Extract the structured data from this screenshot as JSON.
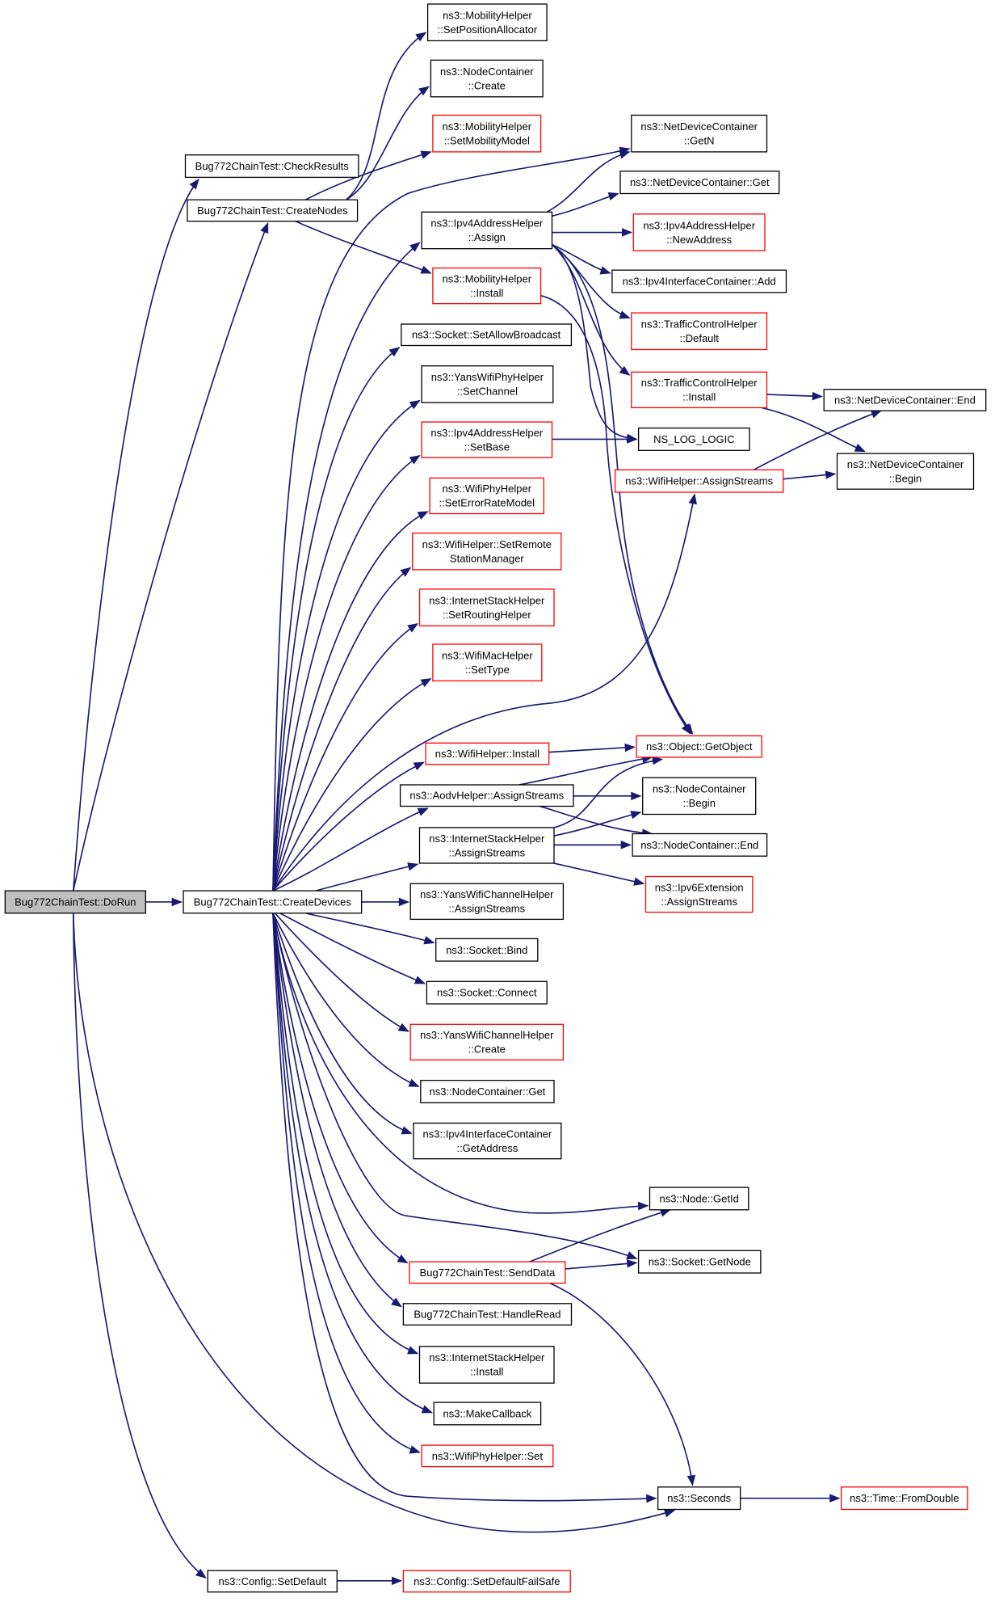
{
  "colors": {
    "edge": "#191970",
    "node_border": "#000000",
    "node_border_red": "#ff0000",
    "root_fill": "#bfbfbf",
    "background": "#ffffff"
  },
  "nodes": [
    {
      "id": "dorun",
      "lines": [
        "Bug772ChainTest::DoRun"
      ],
      "style": "root"
    },
    {
      "id": "checkresults",
      "lines": [
        "Bug772ChainTest::CheckResults"
      ],
      "style": "black"
    },
    {
      "id": "createnodes",
      "lines": [
        "Bug772ChainTest::CreateNodes"
      ],
      "style": "black"
    },
    {
      "id": "createdevices",
      "lines": [
        "Bug772ChainTest::CreateDevices"
      ],
      "style": "black"
    },
    {
      "id": "cfg_setdefault",
      "lines": [
        "ns3::Config::SetDefault"
      ],
      "style": "black"
    },
    {
      "id": "cfg_setdefaultfailsafe",
      "lines": [
        "ns3::Config::SetDefaultFailSafe"
      ],
      "style": "red"
    },
    {
      "id": "mob_setposalloc",
      "lines": [
        "ns3::MobilityHelper",
        "::SetPositionAllocator"
      ],
      "style": "black"
    },
    {
      "id": "nc_create",
      "lines": [
        "ns3::NodeContainer",
        "::Create"
      ],
      "style": "black"
    },
    {
      "id": "mob_setmobmodel",
      "lines": [
        "ns3::MobilityHelper",
        "::SetMobilityModel"
      ],
      "style": "red"
    },
    {
      "id": "ndc_getn",
      "lines": [
        "ns3::NetDeviceContainer",
        "::GetN"
      ],
      "style": "black"
    },
    {
      "id": "ndc_get",
      "lines": [
        "ns3::NetDeviceContainer::Get"
      ],
      "style": "black"
    },
    {
      "id": "ipv4ah_assign",
      "lines": [
        "ns3::Ipv4AddressHelper",
        "::Assign"
      ],
      "style": "black"
    },
    {
      "id": "ipv4ah_newaddr",
      "lines": [
        "ns3::Ipv4AddressHelper",
        "::NewAddress"
      ],
      "style": "red"
    },
    {
      "id": "mob_install",
      "lines": [
        "ns3::MobilityHelper",
        "::Install"
      ],
      "style": "red"
    },
    {
      "id": "ipv4ic_add",
      "lines": [
        "ns3::Ipv4InterfaceContainer::Add"
      ],
      "style": "black"
    },
    {
      "id": "tch_default",
      "lines": [
        "ns3::TrafficControlHelper",
        "::Default"
      ],
      "style": "red"
    },
    {
      "id": "sock_setallowbc",
      "lines": [
        "ns3::Socket::SetAllowBroadcast"
      ],
      "style": "black"
    },
    {
      "id": "tch_install",
      "lines": [
        "ns3::TrafficControlHelper",
        "::Install"
      ],
      "style": "red"
    },
    {
      "id": "ndc_end",
      "lines": [
        "ns3::NetDeviceContainer::End"
      ],
      "style": "black"
    },
    {
      "id": "ywph_setchannel",
      "lines": [
        "ns3::YansWifiPhyHelper",
        "::SetChannel"
      ],
      "style": "black"
    },
    {
      "id": "ns_log_logic",
      "lines": [
        "NS_LOG_LOGIC"
      ],
      "style": "black"
    },
    {
      "id": "ipv4ah_setbase",
      "lines": [
        "ns3::Ipv4AddressHelper",
        "::SetBase"
      ],
      "style": "red"
    },
    {
      "id": "ndc_begin",
      "lines": [
        "ns3::NetDeviceContainer",
        "::Begin"
      ],
      "style": "black"
    },
    {
      "id": "wh_assignstreams",
      "lines": [
        "ns3::WifiHelper::AssignStreams"
      ],
      "style": "red"
    },
    {
      "id": "wph_seterm",
      "lines": [
        "ns3::WifiPhyHelper",
        "::SetErrorRateModel"
      ],
      "style": "red"
    },
    {
      "id": "wh_setremote",
      "lines": [
        "ns3::WifiHelper::SetRemote",
        "StationManager"
      ],
      "style": "red"
    },
    {
      "id": "ish_setrouting",
      "lines": [
        "ns3::InternetStackHelper",
        "::SetRoutingHelper"
      ],
      "style": "red"
    },
    {
      "id": "wmh_settype",
      "lines": [
        "ns3::WifiMacHelper",
        "::SetType"
      ],
      "style": "red"
    },
    {
      "id": "wh_install",
      "lines": [
        "ns3::WifiHelper::Install"
      ],
      "style": "red"
    },
    {
      "id": "obj_getobject",
      "lines": [
        "ns3::Object::GetObject"
      ],
      "style": "red"
    },
    {
      "id": "aodv_assignstreams",
      "lines": [
        "ns3::AodvHelper::AssignStreams"
      ],
      "style": "black"
    },
    {
      "id": "nc_begin",
      "lines": [
        "ns3::NodeContainer",
        "::Begin"
      ],
      "style": "black"
    },
    {
      "id": "ish_assignstreams",
      "lines": [
        "ns3::InternetStackHelper",
        "::AssignStreams"
      ],
      "style": "black"
    },
    {
      "id": "nc_end",
      "lines": [
        "ns3::NodeContainer::End"
      ],
      "style": "black"
    },
    {
      "id": "ipv6ext_assignstreams",
      "lines": [
        "ns3::Ipv6Extension",
        "::AssignStreams"
      ],
      "style": "red"
    },
    {
      "id": "ywch_assignstreams",
      "lines": [
        "ns3::YansWifiChannelHelper",
        "::AssignStreams"
      ],
      "style": "black"
    },
    {
      "id": "sock_bind",
      "lines": [
        "ns3::Socket::Bind"
      ],
      "style": "black"
    },
    {
      "id": "sock_connect",
      "lines": [
        "ns3::Socket::Connect"
      ],
      "style": "black"
    },
    {
      "id": "ywch_create",
      "lines": [
        "ns3::YansWifiChannelHelper",
        "::Create"
      ],
      "style": "red"
    },
    {
      "id": "nc_get",
      "lines": [
        "ns3::NodeContainer::Get"
      ],
      "style": "black"
    },
    {
      "id": "ipv4ic_getaddress",
      "lines": [
        "ns3::Ipv4InterfaceContainer",
        "::GetAddress"
      ],
      "style": "black"
    },
    {
      "id": "node_getid",
      "lines": [
        "ns3::Node::GetId"
      ],
      "style": "black"
    },
    {
      "id": "sock_getnode",
      "lines": [
        "ns3::Socket::GetNode"
      ],
      "style": "black"
    },
    {
      "id": "senddata",
      "lines": [
        "Bug772ChainTest::SendData"
      ],
      "style": "red"
    },
    {
      "id": "handleread",
      "lines": [
        "Bug772ChainTest::HandleRead"
      ],
      "style": "black"
    },
    {
      "id": "ish_install",
      "lines": [
        "ns3::InternetStackHelper",
        "::Install"
      ],
      "style": "black"
    },
    {
      "id": "makecallback",
      "lines": [
        "ns3::MakeCallback"
      ],
      "style": "black"
    },
    {
      "id": "wph_set",
      "lines": [
        "ns3::WifiPhyHelper::Set"
      ],
      "style": "red"
    },
    {
      "id": "seconds",
      "lines": [
        "ns3::Seconds"
      ],
      "style": "black"
    },
    {
      "id": "time_fromdouble",
      "lines": [
        "ns3::Time::FromDouble"
      ],
      "style": "red"
    }
  ],
  "edges": [
    {
      "from": "dorun",
      "to": "checkresults"
    },
    {
      "from": "dorun",
      "to": "createnodes"
    },
    {
      "from": "dorun",
      "to": "createdevices"
    },
    {
      "from": "dorun",
      "to": "cfg_setdefault"
    },
    {
      "from": "dorun",
      "to": "seconds"
    },
    {
      "from": "createnodes",
      "to": "mob_setposalloc"
    },
    {
      "from": "createnodes",
      "to": "nc_create"
    },
    {
      "from": "createnodes",
      "to": "mob_setmobmodel"
    },
    {
      "from": "createnodes",
      "to": "mob_install"
    },
    {
      "from": "cfg_setdefault",
      "to": "cfg_setdefaultfailsafe"
    },
    {
      "from": "createdevices",
      "to": "ndc_getn"
    },
    {
      "from": "createdevices",
      "to": "ipv4ah_assign"
    },
    {
      "from": "createdevices",
      "to": "sock_setallowbc"
    },
    {
      "from": "createdevices",
      "to": "ywph_setchannel"
    },
    {
      "from": "createdevices",
      "to": "ipv4ah_setbase"
    },
    {
      "from": "createdevices",
      "to": "wph_seterm"
    },
    {
      "from": "createdevices",
      "to": "wh_setremote"
    },
    {
      "from": "createdevices",
      "to": "ish_setrouting"
    },
    {
      "from": "createdevices",
      "to": "wmh_settype"
    },
    {
      "from": "createdevices",
      "to": "wh_install"
    },
    {
      "from": "createdevices",
      "to": "wh_assignstreams"
    },
    {
      "from": "createdevices",
      "to": "aodv_assignstreams"
    },
    {
      "from": "createdevices",
      "to": "ish_assignstreams"
    },
    {
      "from": "createdevices",
      "to": "ywch_assignstreams"
    },
    {
      "from": "createdevices",
      "to": "sock_bind"
    },
    {
      "from": "createdevices",
      "to": "sock_connect"
    },
    {
      "from": "createdevices",
      "to": "ywch_create"
    },
    {
      "from": "createdevices",
      "to": "nc_get"
    },
    {
      "from": "createdevices",
      "to": "ipv4ic_getaddress"
    },
    {
      "from": "createdevices",
      "to": "node_getid"
    },
    {
      "from": "createdevices",
      "to": "sock_getnode"
    },
    {
      "from": "createdevices",
      "to": "senddata"
    },
    {
      "from": "createdevices",
      "to": "handleread"
    },
    {
      "from": "createdevices",
      "to": "ish_install"
    },
    {
      "from": "createdevices",
      "to": "makecallback"
    },
    {
      "from": "createdevices",
      "to": "wph_set"
    },
    {
      "from": "createdevices",
      "to": "seconds"
    },
    {
      "from": "ipv4ah_assign",
      "to": "ndc_getn"
    },
    {
      "from": "ipv4ah_assign",
      "to": "ndc_get"
    },
    {
      "from": "ipv4ah_assign",
      "to": "ipv4ah_newaddr"
    },
    {
      "from": "ipv4ah_assign",
      "to": "ipv4ic_add"
    },
    {
      "from": "ipv4ah_assign",
      "to": "tch_default"
    },
    {
      "from": "ipv4ah_assign",
      "to": "tch_install"
    },
    {
      "from": "ipv4ah_assign",
      "to": "ns_log_logic"
    },
    {
      "from": "ipv4ah_assign",
      "to": "obj_getobject"
    },
    {
      "from": "mob_install",
      "to": "obj_getobject"
    },
    {
      "from": "tch_install",
      "to": "ndc_end"
    },
    {
      "from": "tch_install",
      "to": "ndc_begin"
    },
    {
      "from": "ipv4ah_setbase",
      "to": "ns_log_logic"
    },
    {
      "from": "wh_assignstreams",
      "to": "ndc_end"
    },
    {
      "from": "wh_assignstreams",
      "to": "ndc_begin"
    },
    {
      "from": "wh_install",
      "to": "obj_getobject"
    },
    {
      "from": "aodv_assignstreams",
      "to": "obj_getobject"
    },
    {
      "from": "aodv_assignstreams",
      "to": "nc_begin"
    },
    {
      "from": "aodv_assignstreams",
      "to": "nc_end"
    },
    {
      "from": "ish_assignstreams",
      "to": "obj_getobject"
    },
    {
      "from": "ish_assignstreams",
      "to": "nc_begin"
    },
    {
      "from": "ish_assignstreams",
      "to": "nc_end"
    },
    {
      "from": "ish_assignstreams",
      "to": "ipv6ext_assignstreams"
    },
    {
      "from": "senddata",
      "to": "node_getid"
    },
    {
      "from": "senddata",
      "to": "sock_getnode"
    },
    {
      "from": "senddata",
      "to": "seconds"
    },
    {
      "from": "seconds",
      "to": "time_fromdouble"
    }
  ]
}
